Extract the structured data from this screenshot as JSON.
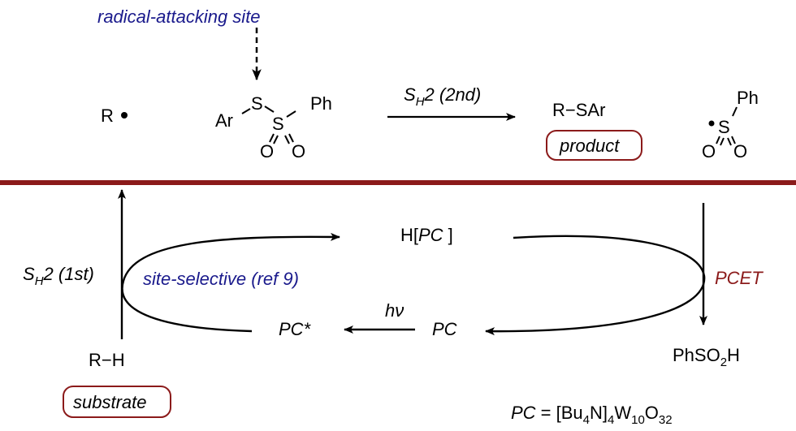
{
  "colors": {
    "divider": "#8b1a1a",
    "annotation_blue": "#1a1a8c",
    "highlight_red": "#8b1a1a",
    "ink": "#000000"
  },
  "top": {
    "annotation": "radical-attacking site",
    "radical": "R",
    "reagent": {
      "ar": "Ar",
      "s1": "S",
      "s2": "S",
      "ph": "Ph",
      "o1": "O",
      "o2": "O"
    },
    "step2_label_main": "S",
    "step2_label_sub": "H",
    "step2_label_rest": "2 (2nd)",
    "product_formula": "R−SAr",
    "product_box_label": "product",
    "sulfonyl_radical": {
      "ph": "Ph",
      "s": "S",
      "o1": "O",
      "o2": "O"
    }
  },
  "cycle": {
    "step1_label_main": "S",
    "step1_label_sub": "H",
    "step1_label_rest": "2 (1st)",
    "site_selective": "site-selective (ref 9)",
    "hpc_prefix": "H[",
    "hpc_pc": "PC",
    "hpc_suffix": " ]",
    "pcet": "PCET",
    "hv": "hν",
    "pc_star": "PC*",
    "pc": "PC",
    "substrate_formula": "R−H",
    "substrate_box_label": "substrate",
    "byproduct_main": "PhSO",
    "byproduct_sub": "2",
    "byproduct_end": "H"
  },
  "footnote": {
    "pc": "PC",
    "eq": " = [Bu",
    "s1": "4",
    "p2": "N]",
    "s2": "4",
    "p3": "W",
    "s3": "10",
    "p4": "O",
    "s4": "32"
  }
}
